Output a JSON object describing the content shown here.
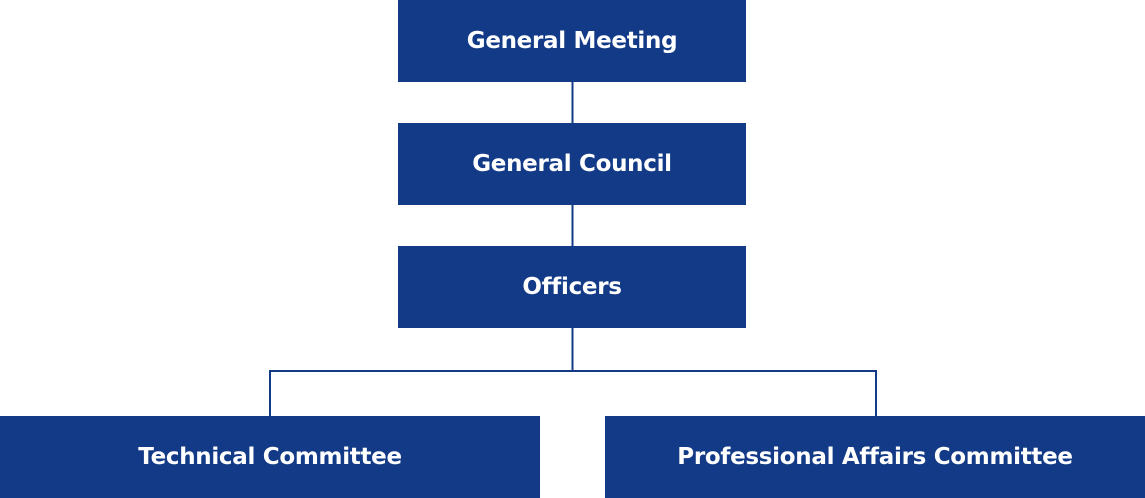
{
  "nodes": {
    "general_meeting": "General Meeting",
    "general_council": "General Council",
    "officers": "Officers",
    "technical_committee": "Technical Committee",
    "professional_affairs_committee": "Professional Affairs Committee"
  },
  "colors": {
    "node_fill": "#133a86",
    "node_text": "#ffffff",
    "connector": "#133a86"
  }
}
